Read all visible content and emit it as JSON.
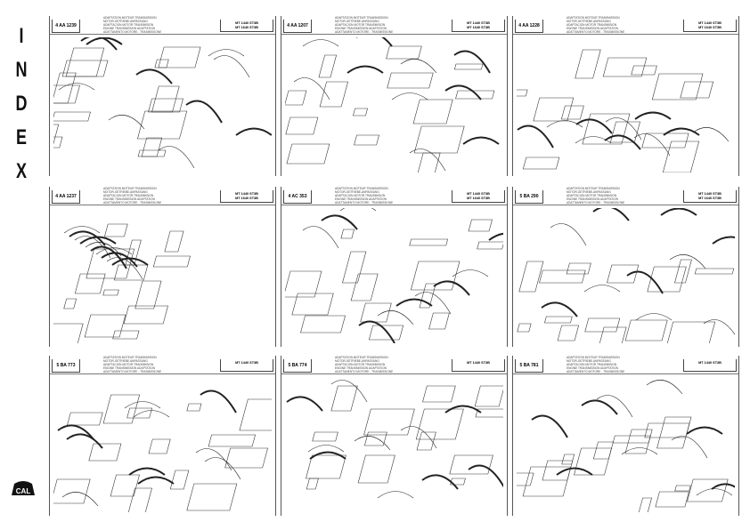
{
  "index_letters": [
    "I",
    "N",
    "D",
    "E",
    "X"
  ],
  "logo": "company-logo",
  "desc_common": [
    "ADAPTATION MOTEUR TRANSMISSION",
    "MOTOR-GETRIEBE-ANPASSUNG",
    "ADAPTACION MOTOR TRANSMISION",
    "ENGINE TRANSMISSION ADAPTATION",
    "ADATTAMENTO MOTORE - TRASMISSIONE"
  ],
  "panels": [
    {
      "code": "4 AA 1239",
      "models": [
        "MT 1440 ST3B",
        "MT 1640 ST3B"
      ]
    },
    {
      "code": "4 AA 1207",
      "models": [
        "MT 1440 ST3B",
        "MT 1640 ST3B"
      ]
    },
    {
      "code": "4 AA 1228",
      "models": [
        "MT 1440 ST3B",
        "MT 1640 ST3B"
      ]
    },
    {
      "code": "4 AA 1237",
      "models": [
        "MT 1440 ST3B",
        "MT 1640 ST3B"
      ]
    },
    {
      "code": "4 AC 353",
      "models": [
        "MT 1440 ST3B",
        "MT 1640 ST3B"
      ]
    },
    {
      "code": "5 BA 290",
      "models": [
        "MT 1440 ST3B",
        "MT 1640 ST3B"
      ]
    },
    {
      "code": "5 BA 773",
      "models": [
        "MT 1440 ST3B"
      ]
    },
    {
      "code": "5 BA 774",
      "models": [
        "MT 1440 ST3B"
      ]
    },
    {
      "code": "5 BA 781",
      "models": [
        "MT 1440 ST3B"
      ]
    }
  ]
}
